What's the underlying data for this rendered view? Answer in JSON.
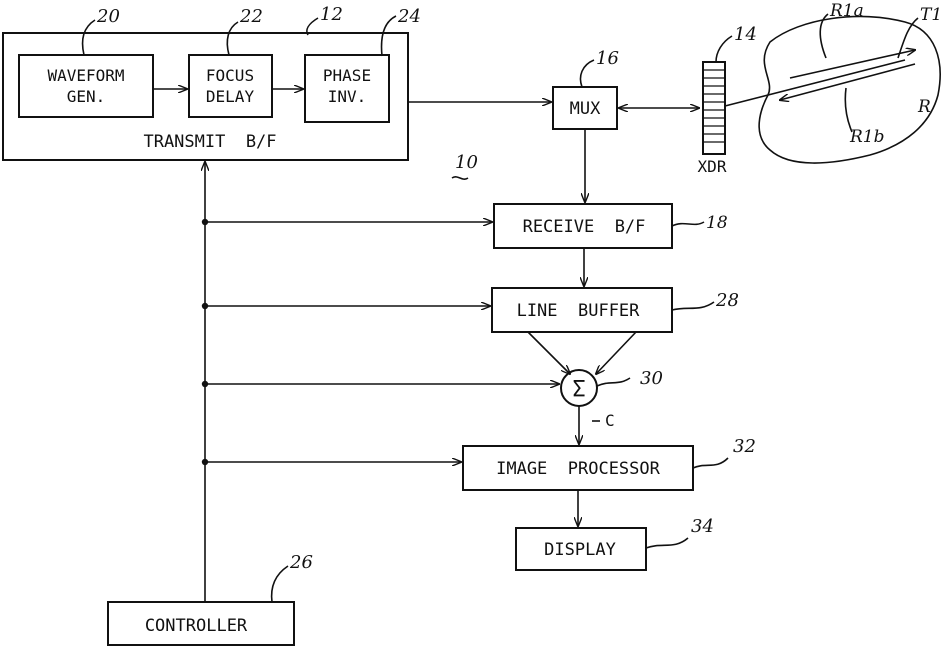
{
  "diagram": {
    "blocks": {
      "waveform_gen": {
        "line1": "WAVEFORM",
        "line2": "GEN.",
        "ref": "20"
      },
      "focus_delay": {
        "line1": "FOCUS",
        "line2": "DELAY",
        "ref": "22"
      },
      "phase_inv": {
        "line1": "PHASE",
        "line2": "INV.",
        "ref": "24"
      },
      "transmit_bf": {
        "label": "TRANSMIT  B/F",
        "ref": "12"
      },
      "mux": {
        "label": "MUX",
        "ref": "16"
      },
      "xdr": {
        "label": "XDR",
        "ref": "14"
      },
      "receive_bf": {
        "label": "RECEIVE  B/F",
        "ref": "18"
      },
      "line_buffer": {
        "label": "LINE  BUFFER",
        "ref": "28"
      },
      "summer": {
        "symbol": "Σ",
        "ref": "30",
        "output_label": "C"
      },
      "image_processor": {
        "label": "IMAGE  PROCESSOR",
        "ref": "32"
      },
      "display": {
        "label": "DISPLAY",
        "ref": "34"
      },
      "controller": {
        "label": "CONTROLLER",
        "ref": "26"
      }
    },
    "system_ref": "10",
    "region": {
      "r1a": "R1a",
      "t1": "T1",
      "r": "R",
      "r1b": "R1b"
    }
  }
}
